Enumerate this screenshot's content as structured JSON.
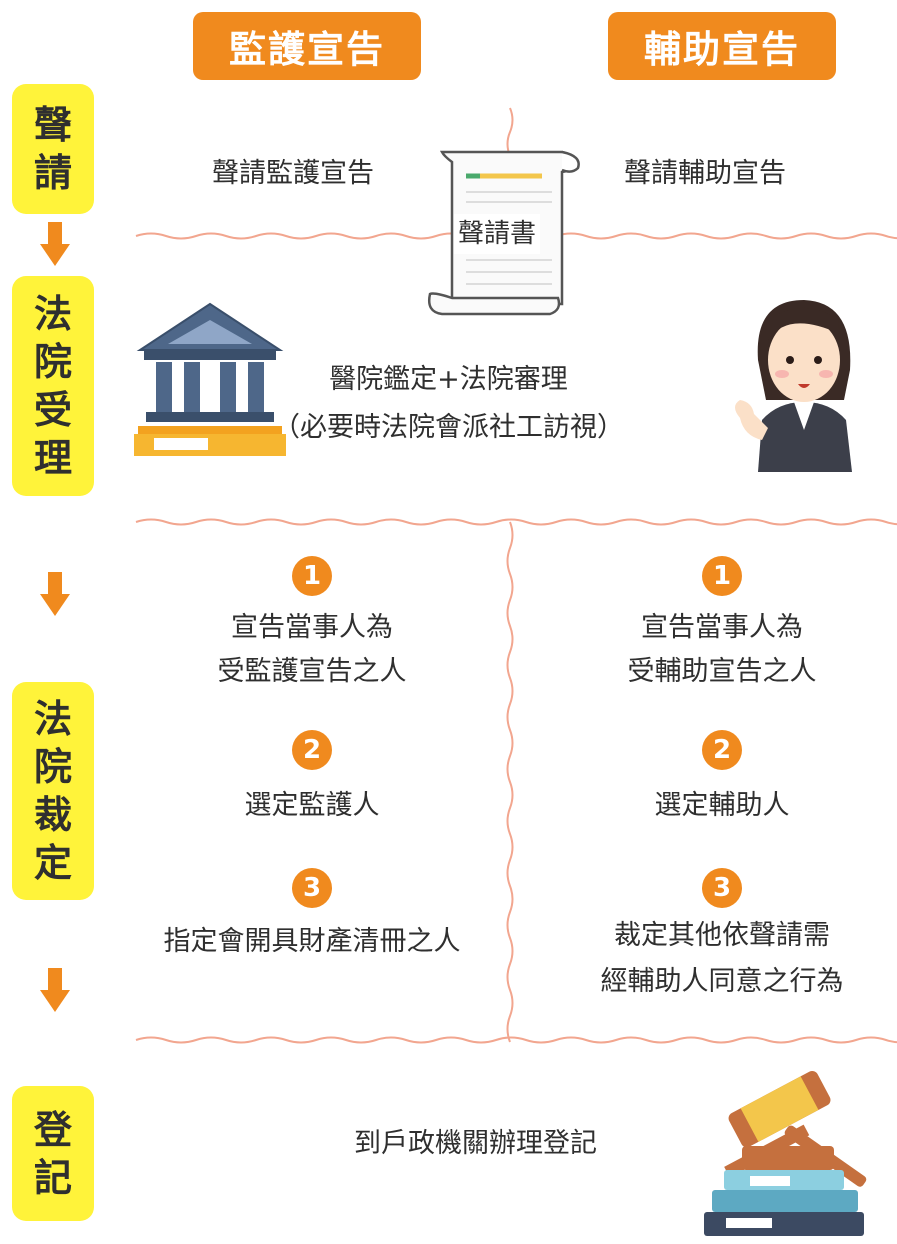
{
  "headers": {
    "left": "監護宣告",
    "right": "輔助宣告"
  },
  "stages": {
    "petition": [
      "聲",
      "請"
    ],
    "court_accept": [
      "法",
      "院",
      "受",
      "理"
    ],
    "court_ruling": [
      "法",
      "院",
      "裁",
      "定"
    ],
    "register": [
      "登",
      "記"
    ]
  },
  "petition": {
    "left": "聲請監護宣告",
    "right": "聲請輔助宣告",
    "document": "聲請書"
  },
  "court_review": {
    "line1": "醫院鑑定+法院審理",
    "line2": "（必要時法院會派社工訪視）"
  },
  "ruling_left": {
    "n1": "1",
    "item1_line1": "宣告當事人為",
    "item1_line2": "受監護宣告之人",
    "n2": "2",
    "item2": "選定監護人",
    "n3": "3",
    "item3": "指定會開具財產清冊之人"
  },
  "ruling_right": {
    "n1": "1",
    "item1_line1": "宣告當事人為",
    "item1_line2": "受輔助宣告之人",
    "n2": "2",
    "item2": "選定輔助人",
    "n3": "3",
    "item3_line1": "裁定其他依聲請需",
    "item3_line2": "經輔助人同意之行為"
  },
  "registration": {
    "text": "到戶政機關辦理登記"
  },
  "colors": {
    "orange": "#f08a1e",
    "yellow": "#fff33a",
    "wavy": "#f2a68f"
  },
  "icons": [
    "court-building-icon",
    "clerk-woman-icon",
    "gavel-icon",
    "document-scroll-icon",
    "down-arrow-icon"
  ]
}
